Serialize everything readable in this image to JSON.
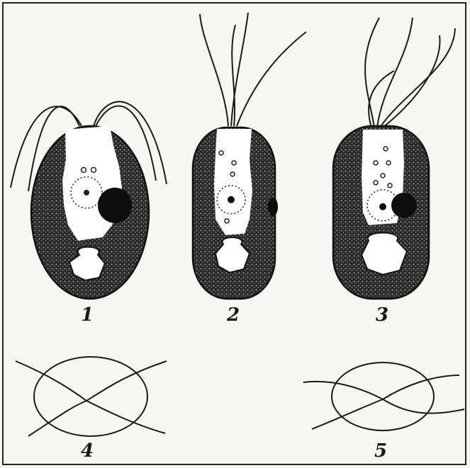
{
  "figure": {
    "labels": [
      "1",
      "2",
      "3",
      "4",
      "5"
    ],
    "colors": {
      "ink": "#1a1a1a",
      "paper": "#f6f6f3",
      "cell_fill": "#3a3a3a",
      "cell_light": "#ffffff"
    }
  }
}
